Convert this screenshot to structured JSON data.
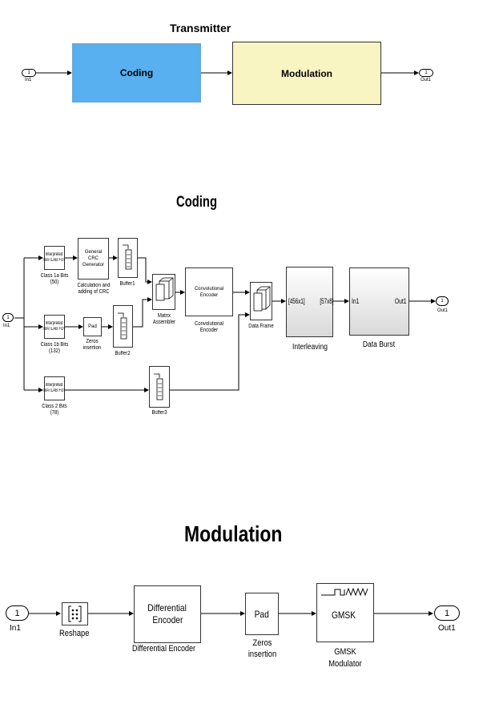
{
  "transmitter": {
    "title": "Transmitter",
    "in_num": "1",
    "in_label": "In1",
    "out_num": "1",
    "out_label": "Out1",
    "coding_label": "Coding",
    "modulation_label": "Modulation",
    "colors": {
      "coding": "#58b0f0",
      "modulation": "#f8f5c3"
    }
  },
  "coding": {
    "title": "Coding",
    "in_num": "1",
    "in_label": "In1",
    "out_num": "1",
    "out_label": "Out1",
    "fcn1": {
      "line1": "Interpreted",
      "line2": "MATLAB Fcn",
      "caption1": "Class 1a Bits",
      "caption2": "(50)"
    },
    "fcn2": {
      "line1": "Interpreted",
      "line2": "MATLAB Fcn",
      "caption1": "Class 1b Bits",
      "caption2": "(132)"
    },
    "fcn3": {
      "line1": "Interpreted",
      "line2": "MATLAB Fcn",
      "caption1": "Class 2 Bits",
      "caption2": "(78)"
    },
    "crc": {
      "line1": "General",
      "line2": "CRC",
      "line3": "Generator",
      "caption1": "Calculation and",
      "caption2": "adding of CRC"
    },
    "buffer1": "Buffer1",
    "buffer2": "Buffer2",
    "buffer3": "Buffer3",
    "pad": {
      "text": "Pad",
      "caption1": "Zeros",
      "caption2": "insertion"
    },
    "matrix": {
      "caption1": "Matrix",
      "caption2": "Assembler"
    },
    "conv": {
      "line1": "Convolutional",
      "line2": "Encoder",
      "caption1": "Convolutional",
      "caption2": "Encoder"
    },
    "frame": "Data Frame",
    "interleaving": {
      "in_port": "[456x1]",
      "out_port": "[57x8]",
      "caption": "Interleaving"
    },
    "burst": {
      "in_port": "In1",
      "out_port": "Out1",
      "caption": "Data Burst"
    }
  },
  "modulation": {
    "title": "Modulation",
    "in_num": "1",
    "in_label": "In1",
    "out_num": "1",
    "out_label": "Out1",
    "reshape": "Reshape",
    "diff": {
      "line1": "Differential",
      "line2": "Encoder",
      "caption": "Differential Encoder"
    },
    "pad": {
      "text": "Pad",
      "caption1": "Zeros",
      "caption2": "insertion"
    },
    "gmsk": {
      "text": "GMSK",
      "caption1": "GMSK",
      "caption2": "Modulator"
    }
  }
}
